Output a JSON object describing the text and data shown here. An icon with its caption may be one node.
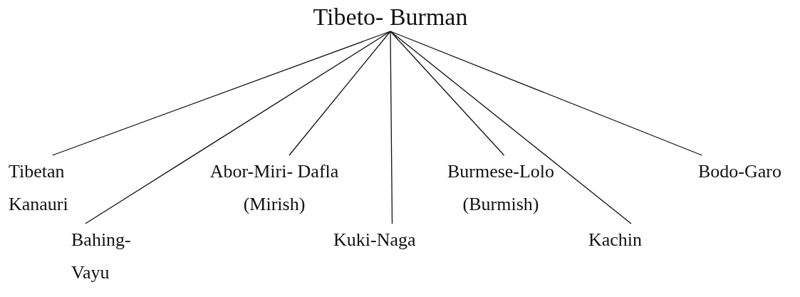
{
  "diagram": {
    "nodes": [
      {
        "text": [
          "Tibeto- Burman"
        ]
      },
      {
        "text": [
          "Tibetan Kanauri"
        ]
      },
      {
        "text": [
          "Bahing- Vayu"
        ]
      },
      {
        "text": [
          "Abor-Miri- Dafla (Mirish)"
        ]
      },
      {
        "text": [
          "Kuki-Naga"
        ]
      },
      {
        "text": [
          "Burmese-Lolo (Burmish)"
        ]
      },
      {
        "text": [
          "Kachin"
        ]
      },
      {
        "text": [
          "Bodo-Garo"
        ]
      }
    ],
    "edges": [
      {
        "from": 0,
        "to": 1,
        "arrow": "none"
      },
      {
        "from": 0,
        "to": 2,
        "arrow": "none"
      },
      {
        "from": 0,
        "to": 3,
        "arrow": "none"
      },
      {
        "from": 0,
        "to": 4,
        "arrow": "none"
      },
      {
        "from": 0,
        "to": 5,
        "arrow": "none"
      },
      {
        "from": 0,
        "to": 6,
        "arrow": "none"
      },
      {
        "from": 0,
        "to": 7,
        "arrow": "none"
      }
    ]
  }
}
